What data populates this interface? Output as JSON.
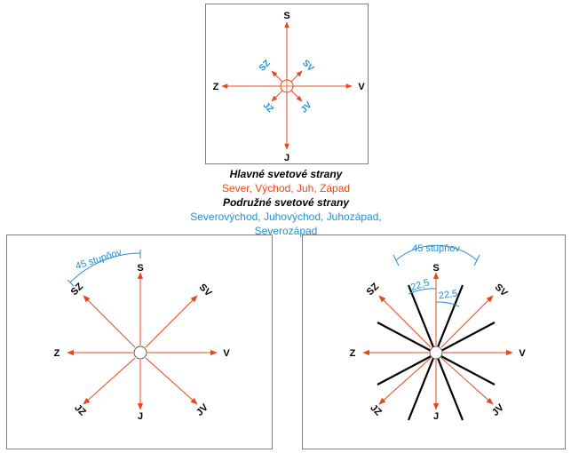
{
  "colors": {
    "main": "#e8471a",
    "sub": "#1f8fd0",
    "dark": "#000000",
    "frame": "#7f7f7f"
  },
  "directions": {
    "north": "S",
    "south": "J",
    "east": "V",
    "west": "Z",
    "ne": "SV",
    "nw": "SZ",
    "se": "JV",
    "sw": "JZ"
  },
  "legend": {
    "main_title": "Hlavné svetové strany",
    "main_items": "Sever, Východ, Juh, Západ",
    "sub_title": "Podružné svetové strany",
    "sub_items_line1": "Severovýchod, Juhovýchod, Juhozápad,",
    "sub_items_line2": "Severozápad"
  },
  "angles": {
    "forty_five": "45 stupňov",
    "half_a": "22,5",
    "half_b": "22,5"
  }
}
